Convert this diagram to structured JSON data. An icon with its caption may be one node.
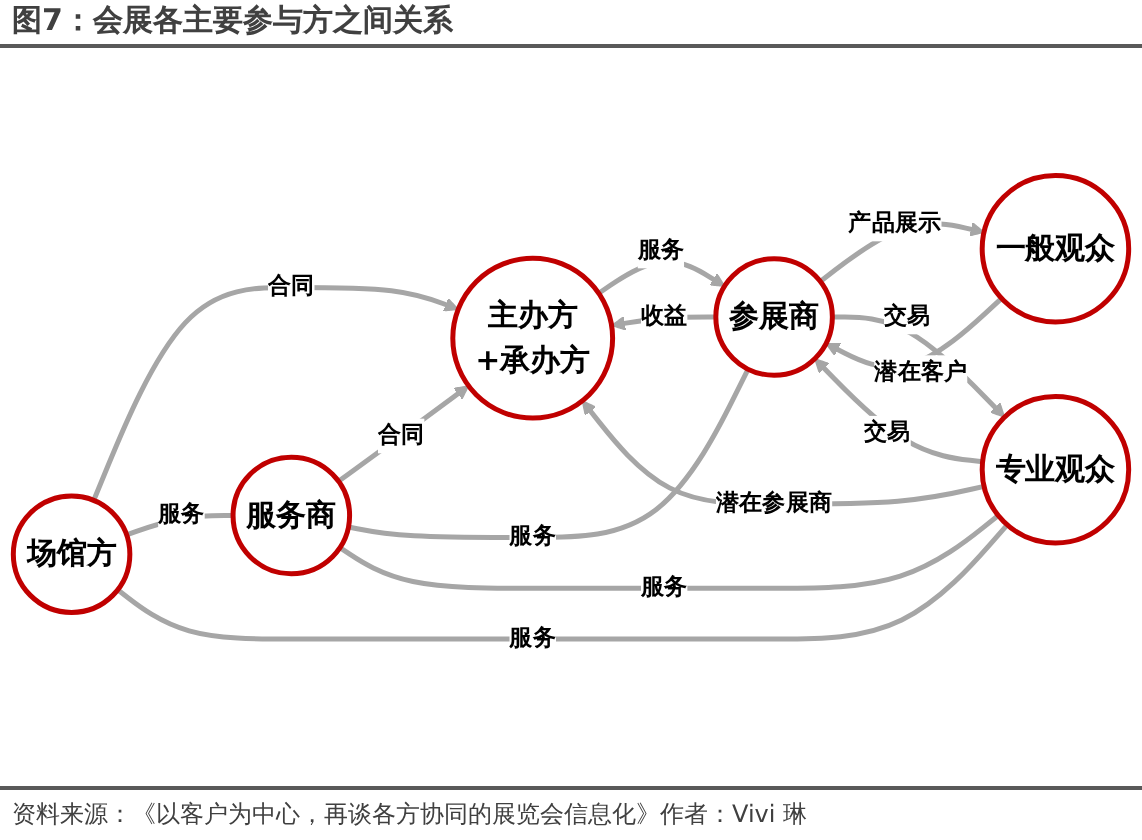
{
  "diagram": {
    "title": "图7：会展各主要参与方之间关系",
    "caption": "资料来源：《以客户为中心，再谈各方协同的展览会信息化》作者：Vivi 琳",
    "nodes": [
      {
        "text": [
          "主办方+承办方"
        ]
      },
      {
        "text": [
          "场馆方"
        ]
      },
      {
        "text": [
          "服务商"
        ]
      },
      {
        "text": [
          "参展商"
        ]
      },
      {
        "text": [
          "一般观众"
        ]
      },
      {
        "text": [
          "专业观众"
        ]
      }
    ],
    "edges": [
      {
        "from": 1,
        "to": 0,
        "arrow": "to",
        "label": "合同"
      },
      {
        "from": 2,
        "to": 0,
        "arrow": "to",
        "label": "合同"
      },
      {
        "from": 5,
        "to": 0,
        "arrow": "to",
        "label": "潜在参展商"
      },
      {
        "from": 0,
        "to": 3,
        "arrow": "to",
        "label": "服务"
      },
      {
        "from": 3,
        "to": 0,
        "arrow": "to",
        "label": "收益"
      },
      {
        "from": 1,
        "to": 2,
        "arrow": "none",
        "label": "服务"
      },
      {
        "from": 2,
        "to": 3,
        "arrow": "none",
        "label": "服务"
      },
      {
        "from": 3,
        "to": 4,
        "arrow": "to",
        "label": "产品展示"
      },
      {
        "from": 4,
        "to": 3,
        "arrow": "to",
        "label": "潜在客户"
      },
      {
        "from": 3,
        "to": 5,
        "arrow": "to",
        "label": "交易"
      },
      {
        "from": 5,
        "to": 3,
        "arrow": "to",
        "label": "交易"
      },
      {
        "from": 1,
        "to": 5,
        "arrow": "none",
        "label": "服务"
      },
      {
        "from": 2,
        "to": 5,
        "arrow": "none",
        "label": "服务"
      }
    ]
  }
}
